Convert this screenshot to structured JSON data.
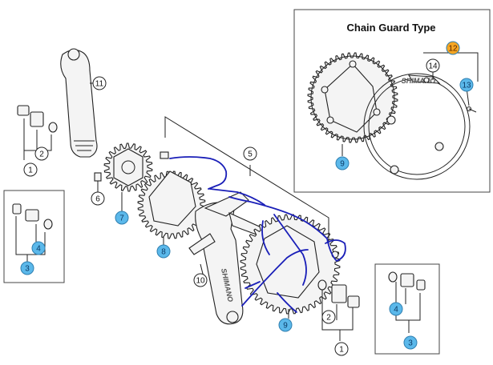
{
  "inset": {
    "title": "Chain Guard Type"
  },
  "brand": "SHIMANO",
  "colors": {
    "callout_white": "#ffffff",
    "callout_blue": "#5bb8ea",
    "callout_orange": "#f5a623",
    "annotation_ink": "#1a1fb8",
    "line": "#222222"
  },
  "callouts": {
    "c1a": "1",
    "c2a": "2",
    "c3a": "3",
    "c4a": "4",
    "c6": "6",
    "c7": "7",
    "c8": "8",
    "c9a": "9",
    "c10": "10",
    "c11": "11",
    "c5": "5",
    "c2b": "2",
    "c1b": "1",
    "c4b": "4",
    "c3b": "3",
    "c12": "12",
    "c14": "14",
    "c13": "13",
    "c9b": "9"
  }
}
